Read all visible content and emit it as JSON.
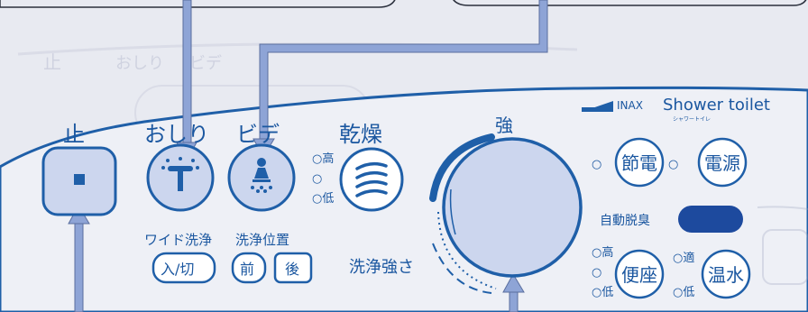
{
  "panel": {
    "stop_label": "止",
    "oshiri_label": "おしり",
    "bidet_label": "ビデ",
    "dry_label": "乾燥",
    "strong_label": "強",
    "wash_strength_label": "洗浄強さ",
    "wide_wash_label": "ワイド洗浄",
    "on_off_label": "入/切",
    "wash_position_label": "洗浄位置",
    "front_label": "前",
    "back_label": "後",
    "dry_level_high": "○高",
    "dry_level_mid": "○",
    "dry_level_low": "○低"
  },
  "brand": {
    "maker": "INAX",
    "product": "Shower toilet",
    "product_katakana": "シャワートイレ"
  },
  "right_panel": {
    "eco_label": "節電",
    "power_label": "電源",
    "eco_indicator": "○",
    "power_indicator": "○",
    "deodorize_label": "自動脱臭",
    "seat_label": "便座",
    "water_label": "温水",
    "seat_high": "○高",
    "seat_mid": "○",
    "seat_low": "○低",
    "water_mid": "○適",
    "water_low": "○低"
  },
  "background_text": {
    "faded_1": "止",
    "faded_2": "おしり",
    "faded_3": "ビデ"
  },
  "colors": {
    "outline": "#1f5fa8",
    "label_blue": "#1b57a0",
    "button_fill": "#ccd6ee",
    "arrow": "#8ea4d6",
    "led_dark": "#1d4a9e",
    "panel_bg": "#eef0f6"
  }
}
